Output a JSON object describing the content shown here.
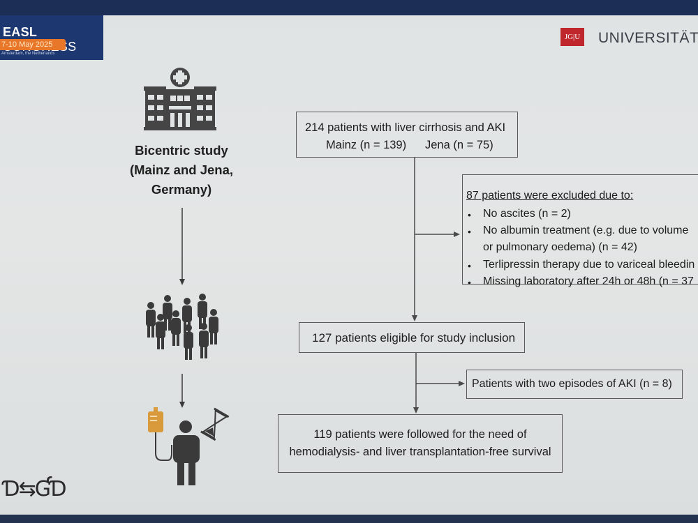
{
  "header": {
    "congress_name_bold": "EASL",
    "congress_name_rest": " CONGRESS",
    "congress_dates": "7-10 May 2025",
    "congress_location": "Amsterdam, the Netherlands",
    "institution_logo_text": "JG|U",
    "institution_name": "UNIVERSITÄTS"
  },
  "study": {
    "line1": "Bicentric study",
    "line2": "(Mainz and Jena,",
    "line3": "Germany)"
  },
  "flow": {
    "box1_line1": "214 patients with liver cirrhosis and AKI",
    "box1_mainz": "Mainz (n = 139)",
    "box1_jena": "Jena (n = 75)",
    "exclusion_title": "87 patients were excluded due to:",
    "exclusions": [
      "No ascites (n = 2)",
      "No albumin treatment (e.g. due to volume",
      "or pulmonary oedema) (n = 42)",
      "Terlipressin therapy due to variceal bleedin",
      "Missing laboratory after 24h or 48h (n = 37"
    ],
    "bullet_char": "•",
    "eligible": "127 patients eligible for study inclusion",
    "two_episodes": "Patients with two episodes of AKI (n = 8)",
    "followed_line1": "119 patients were followed for the need of",
    "followed_line2": "hemodialysis- and liver transplantation-free survival"
  },
  "icons": [
    "hospital-icon",
    "patient-group-icon",
    "iv-infusion-patient-icon",
    "hourglass-icon",
    "kidney-liver-icon"
  ],
  "colors": {
    "easl_blue": "#1d3770",
    "easl_orange": "#e8772a",
    "jgu_red": "#c0272d",
    "icon_gray": "#3a3a3a",
    "iv_bag_orange": "#d89a3a"
  }
}
